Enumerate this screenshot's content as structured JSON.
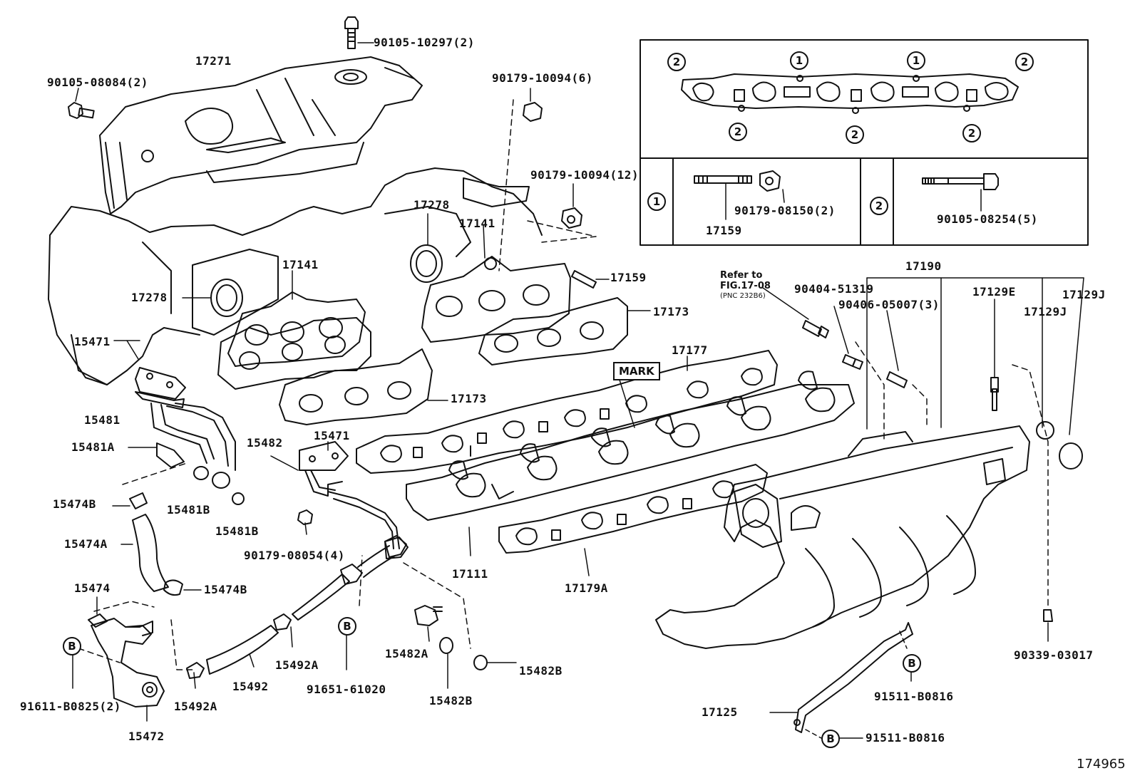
{
  "diagram": {
    "figure_number": "174965",
    "labels": {
      "p90105_10297": "90105-10297(2)",
      "p17271": "17271",
      "p90105_08084": "90105-08084(2)",
      "p90179_10094_6": "90179-10094(6)",
      "p90179_10094_12": "90179-10094(12)",
      "p17278_a": "17278",
      "p17278_b": "17278",
      "p17141_a": "17141",
      "p17141_b": "17141",
      "p17159": "17159",
      "p17173_a": "17173",
      "p17173_b": "17173",
      "p15471_a": "15471",
      "p15471_b": "15471",
      "p15481": "15481",
      "p15481A": "15481A",
      "p15481B_a": "15481B",
      "p15481B_b": "15481B",
      "p15474B_a": "15474B",
      "p15474B_b": "15474B",
      "p15474A": "15474A",
      "p15474": "15474",
      "p91611": "91611-B0825(2)",
      "p15472": "15472",
      "p15492A_a": "15492A",
      "p15492A_b": "15492A",
      "p15492": "15492",
      "p91651": "91651-61020",
      "p15482": "15482",
      "p90179_08054": "90179-08054(4)",
      "p15482A": "15482A",
      "p15482B_a": "15482B",
      "p15482B_b": "15482B",
      "p17111": "17111",
      "p17179A": "17179A",
      "p17177": "17177",
      "mark": "MARK",
      "p17190": "17190",
      "refer_line1": "Refer to",
      "refer_line2": "FIG.17-08",
      "refer_line3": "(PNC 232B6)",
      "p90404": "90404-51319",
      "p90406": "90406-05007(3)",
      "p17129E": "17129E",
      "p17129J_a": "17129J",
      "p17129J_b": "17129J",
      "p90339": "90339-03017",
      "p91511_a": "91511-B0816",
      "p91511_b": "91511-B0816",
      "p17125": "17125"
    },
    "inset": {
      "marker_1": "1",
      "marker_2": "2",
      "marker_b": "B",
      "p17159": "17159",
      "p90179_08150": "90179-08150(2)",
      "p90105_08254": "90105-08254(5)"
    }
  }
}
